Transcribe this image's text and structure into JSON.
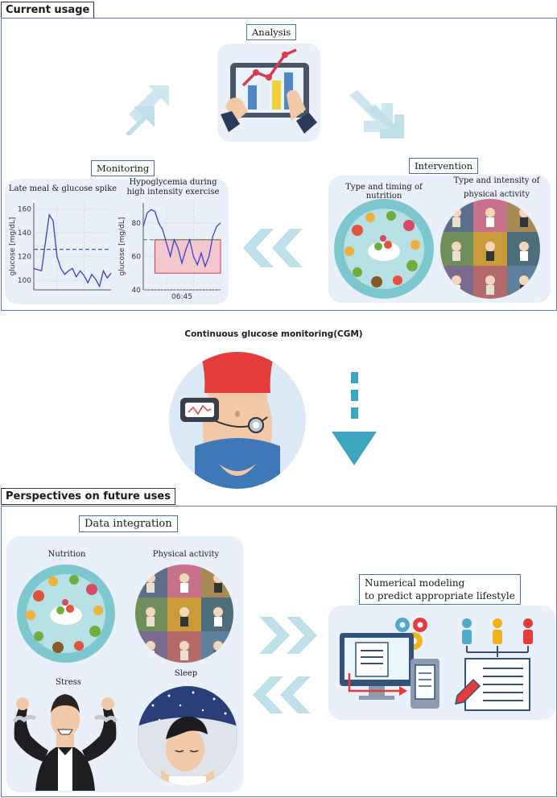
{
  "current_usage": {
    "title": "Current usage",
    "analysis_label": "Analysis",
    "monitoring_label": "Monitoring",
    "intervention_label": "Intervention",
    "chart_left_title": "Late meal & glucose spike",
    "chart_right_title_1": "Hypoglycemia during",
    "chart_right_title_2": "high intensity exercise",
    "nutrition_caption": "Type and timing of nutrition",
    "activity_caption_1": "Type and intensity of",
    "activity_caption_2": "physical activity"
  },
  "cgm": {
    "title": "Continuous glucose monitoring(CGM)"
  },
  "future": {
    "title": "Perspectives on future uses",
    "data_integration_label": "Data integration",
    "nutrition": "Nutrition",
    "physical_activity": "Physical activity",
    "stress": "Stress",
    "sleep": "Sleep",
    "modeling_line1": "Numerical modeling",
    "modeling_line2": "to predict appropriate lifestyle"
  },
  "chart_data": [
    {
      "type": "line",
      "title": "Late meal & glucose spike",
      "ylabel": "glucose [mg/dL]",
      "yticks": [
        "100",
        "120",
        "140",
        "160"
      ],
      "ylim": [
        92,
        165
      ],
      "threshold": 126,
      "x": [
        0,
        1,
        2,
        3,
        4,
        5,
        6,
        7,
        8,
        9,
        10,
        11,
        12,
        13,
        14,
        15,
        16,
        17,
        18,
        19,
        20
      ],
      "values": [
        110,
        109,
        108,
        132,
        155,
        150,
        120,
        110,
        105,
        108,
        110,
        103,
        108,
        104,
        98,
        105,
        101,
        95,
        108,
        102,
        106
      ]
    },
    {
      "type": "line",
      "title": "Hypoglycemia during high intensity exercise",
      "ylabel": "glucose [mg/dL]",
      "yticks": [
        "40",
        "60",
        "80"
      ],
      "xticks": [
        "06:45"
      ],
      "ylim": [
        40,
        92
      ],
      "threshold": 70,
      "x": [
        0,
        1,
        2,
        3,
        4,
        5,
        6,
        7,
        8,
        9,
        10,
        11,
        12,
        13,
        14,
        15,
        16,
        17,
        18,
        19,
        20
      ],
      "values": [
        78,
        86,
        88,
        87,
        80,
        76,
        68,
        60,
        70,
        65,
        56,
        64,
        70,
        60,
        55,
        62,
        54,
        60,
        72,
        78,
        80
      ]
    }
  ]
}
